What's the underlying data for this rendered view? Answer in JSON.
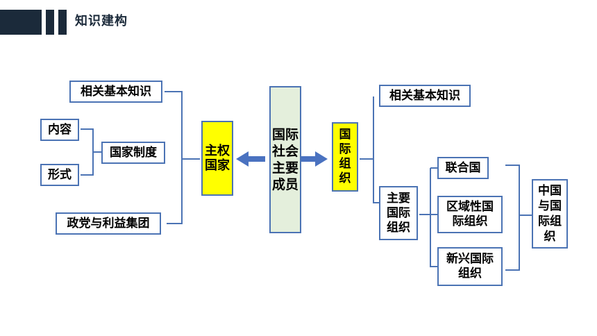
{
  "header": {
    "title": "知识建构"
  },
  "diagram": {
    "center": "国际社会主要成员",
    "left_main": "主权国家",
    "right_main": "国际组织",
    "left_items": {
      "basic": "相关基本知识",
      "system": "国家制度",
      "content": "内容",
      "form": "形式",
      "parties": "政党与利益集团"
    },
    "right_items": {
      "basic": "相关基本知识",
      "main_orgs": "主要国际组织",
      "un": "联合国",
      "regional": "区域性国际组织",
      "emerging": "新兴国际组织",
      "china": "中国与国际组织"
    }
  },
  "colors": {
    "header": "#1b2a3a",
    "border": "#4b73b4",
    "highlight": "#ffff00",
    "center_bg": "#e4efdc",
    "arrow": "#4a72c0"
  }
}
